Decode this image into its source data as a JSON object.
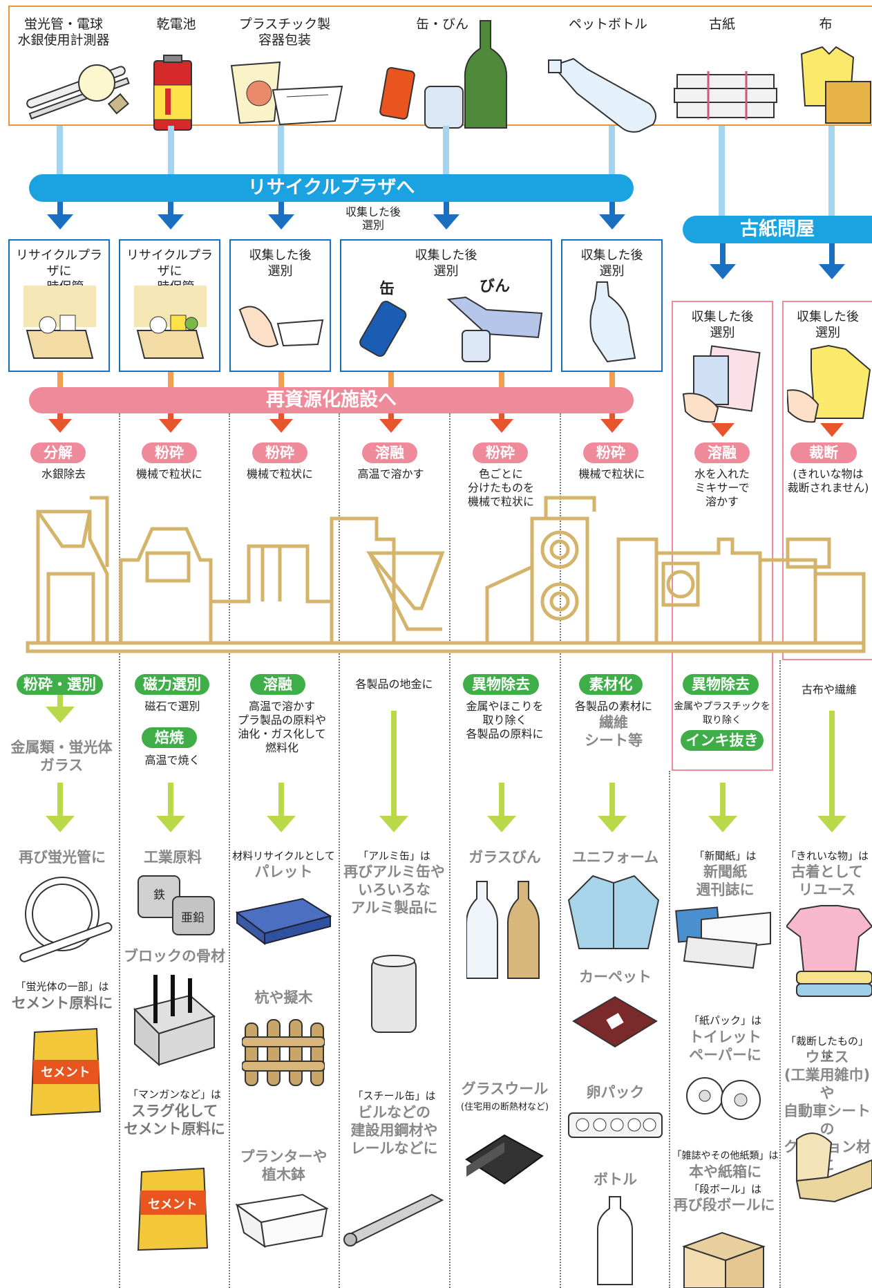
{
  "categories": [
    {
      "label": "蛍光管・電球\n水銀使用計測器"
    },
    {
      "label": "乾電池"
    },
    {
      "label": "プラスチック製\n容器包装"
    },
    {
      "label": "缶・びん"
    },
    {
      "label": "ペットボトル"
    },
    {
      "label": "古紙"
    },
    {
      "label": "布"
    }
  ],
  "bars": {
    "recycle_plaza": "リサイクルプラザへ",
    "wastepaper_dealer": "古紙問屋",
    "reprocess": "再資源化施設へ"
  },
  "stage1": {
    "above_note": "収集した後\n選別",
    "boxes": [
      {
        "text": "リサイクルプラザに\n一時保管"
      },
      {
        "text": "リサイクルプラザに\n一時保管"
      },
      {
        "text": "収集した後\n選別"
      },
      {
        "text": "収集した後\n選別",
        "sub_left": "缶",
        "sub_right": "びん"
      },
      {
        "text": "収集した後\n選別"
      },
      {
        "text": "収集した後\n選別"
      },
      {
        "text": "収集した後\n選別"
      }
    ]
  },
  "processes": [
    {
      "pill": "分解",
      "desc": "水銀除去"
    },
    {
      "pill": "粉砕",
      "desc": "機械で粒状に"
    },
    {
      "pill": "粉砕",
      "desc": "機械で粒状に"
    },
    {
      "pill": "溶融",
      "desc": "高温で溶かす"
    },
    {
      "pill": "粉砕",
      "desc": "色ごとに\n分けたものを\n機械で粒状に"
    },
    {
      "pill": "粉砕",
      "desc": "機械で粒状に"
    },
    {
      "pill": "溶融",
      "desc": "水を入れた\nミキサーで\n溶かす"
    },
    {
      "pill": "裁断",
      "desc": "(きれいな物は\n裁断されません)"
    }
  ],
  "treatments": [
    {
      "pill": "粉砕・選別",
      "result": "金属類・蛍光体\nガラス"
    },
    {
      "pill": "磁力選別",
      "desc": "磁石で選別",
      "pill2": "焙焼",
      "desc2": "高温で焼く"
    },
    {
      "pill": "溶融",
      "desc": "高温で溶かす\nプラ製品の原料や\n油化・ガス化して\n燃料化"
    },
    {
      "desc": "各製品の地金に"
    },
    {
      "pill": "異物除去",
      "desc": "金属やほこりを\n取り除く\n各製品の原料に"
    },
    {
      "pill": "素材化",
      "desc": "各製品の素材に",
      "result": "繊維\nシート等"
    },
    {
      "pill": "異物除去",
      "desc": "金属やプラスチックを\n取り除く",
      "pill2": "インキ抜き"
    },
    {
      "desc": "古布や繊維"
    }
  ],
  "products": {
    "col1": {
      "p1": "再び蛍光管に",
      "note2": "「蛍光体の一部」は",
      "p2": "セメント原料に",
      "bag": "セメント"
    },
    "col2": {
      "p1": "工業原料",
      "iron": "鉄",
      "zinc": "亜鉛",
      "p2": "ブロックの骨材",
      "note3": "「マンガンなど」は",
      "p3": "スラグ化して\nセメント原料に",
      "bag": "セメント"
    },
    "col3": {
      "note1": "材料リサイクルとして",
      "p1": "パレット",
      "p2": "杭や擬木",
      "p3": "プランターや\n植木鉢"
    },
    "col4": {
      "note1": "「アルミ缶」は",
      "p1": "再びアルミ缶や\nいろいろな\nアルミ製品に",
      "note2": "「スチール缶」は",
      "p2": "ビルなどの\n建設用鋼材や\nレールなどに"
    },
    "col5": {
      "p1": "ガラスびん",
      "p2": "グラスウール",
      "note2": "(住宅用の断熱材など)"
    },
    "col6": {
      "p1": "ユニフォーム",
      "p2": "カーペット",
      "p3": "卵パック",
      "p4": "ボトル"
    },
    "col7": {
      "note1": "「新聞紙」は",
      "p1": "新聞紙\n週刊誌に",
      "note2": "「紙パック」は",
      "p2": "トイレット\nペーパーに",
      "note3": "「雑誌やその他紙類」は",
      "p3": "本や紙箱に",
      "note4": "「段ボール」は",
      "p4": "再び段ボールに"
    },
    "col8": {
      "note1": "「きれいな物」は",
      "p1": "古着として\nリユース",
      "note2": "「裁断したもの」は",
      "p2": "ウエス\n(工業用雑巾)や\n自動車シートの\nクッション材に"
    }
  },
  "colors": {
    "blue": "#1aa3e0",
    "navy": "#1a6fc1",
    "pink": "#ee8a9a",
    "green": "#3fae49",
    "lime": "#b9d94a",
    "orange": "#e8552a",
    "gold": "#d4b36a"
  }
}
